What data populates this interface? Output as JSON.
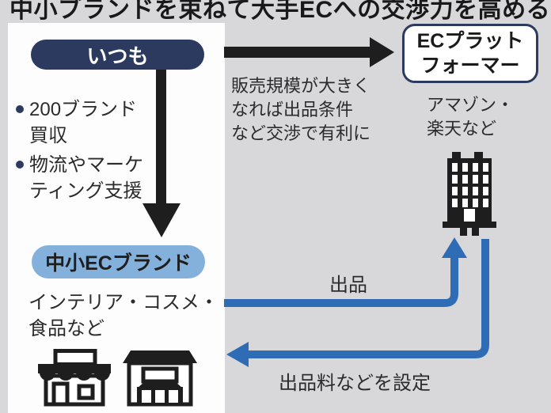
{
  "title": "中小ブランドを束ねて大手ECへの交渉力を高める",
  "colors": {
    "background": "#d8d8da",
    "panel": "#fdfdfd",
    "navy": "#2d3a5f",
    "light_blue": "#84b1dc",
    "blue_arrow": "#2e6cb6",
    "icon_black": "#1e1e1e"
  },
  "left_panel": {
    "company_label": "いつも",
    "bullets": [
      {
        "text": "200ブランド\n買収"
      },
      {
        "text": "物流やマーケ\nティング支援"
      }
    ],
    "brand_label": "中小ECブランド",
    "brand_note": "インテリア・コスメ・\n食品など",
    "icons": [
      "storefront-awning-icon",
      "storefront-sign-icon"
    ]
  },
  "right_side": {
    "platform_label": "ECプラット\nフォーマー",
    "negotiation_note": "販売規模が大きく\nなれば出品条件\nなど交渉で有利に",
    "platform_note": "アマゾン・\n楽天など",
    "icon": "office-building-icon"
  },
  "flows": {
    "listing_label": "出品",
    "fee_label": "出品料などを設定"
  }
}
